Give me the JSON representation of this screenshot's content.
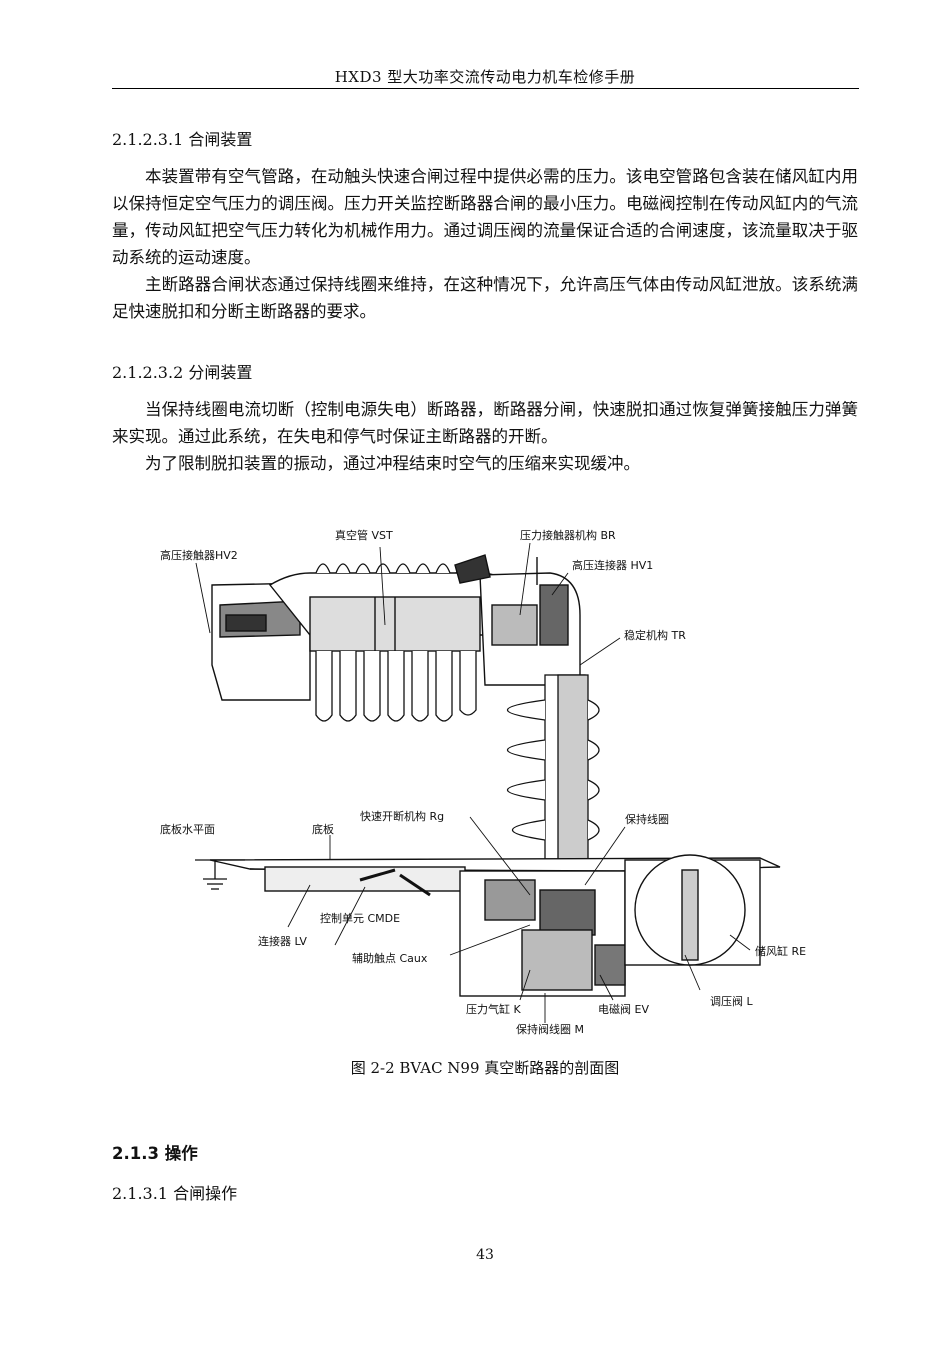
{
  "header": {
    "title": "HXD3 型大功率交流传动电力机车检修手册"
  },
  "sections": {
    "s1_heading": "2.1.2.3.1 合闸装置",
    "s1_p1": "本装置带有空气管路，在动触头快速合闸过程中提供必需的压力。该电空管路包含装在储风缸内用以保持恒定空气压力的调压阀。压力开关监控断路器合闸的最小压力。电磁阀控制在传动风缸内的气流量，传动风缸把空气压力转化为机械作用力。通过调压阀的流量保证合适的合闸速度，该流量取决于驱动系统的运动速度。",
    "s1_p2": "主断路器合闸状态通过保持线圈来维持，在这种情况下，允许高压气体由传动风缸泄放。该系统满足快速脱扣和分断主断路器的要求。",
    "s2_heading": "2.1.2.3.2 分闸装置",
    "s2_p1": "当保持线圈电流切断（控制电源失电）断路器，断路器分闸，快速脱扣通过恢复弹簧接触压力弹簧来实现。通过此系统，在失电和停气时保证主断路器的开断。",
    "s2_p2": "为了限制脱扣装置的振动，通过冲程结束时空气的压缩来实现缓冲。"
  },
  "figure": {
    "labels": {
      "vst": "真空管 VST",
      "br": "压力接触器机构 BR",
      "hv2": "高压接触器HV2",
      "hv1": "高压连接器 HV1",
      "tr": "稳定机构 TR",
      "rg": "快速开断机构 Rg",
      "hold_coil": "保持线圈",
      "floor_level": "底板水平面",
      "floor": "底板",
      "cmde": "控制单元 CMDE",
      "lv": "连接器 LV",
      "caux": "辅助触点 Caux",
      "re": "储风缸 RE",
      "k": "压力气缸 K",
      "ev": "电磁阀 EV",
      "l": "调压阀 L",
      "m": "保持阀线圈 M"
    },
    "caption": "图 2-2 BVAC N99 真空断路器的剖面图"
  },
  "section3": {
    "heading": "2.1.3 操作",
    "sub_heading": "2.1.3.1 合闸操作"
  },
  "page_number": "43"
}
